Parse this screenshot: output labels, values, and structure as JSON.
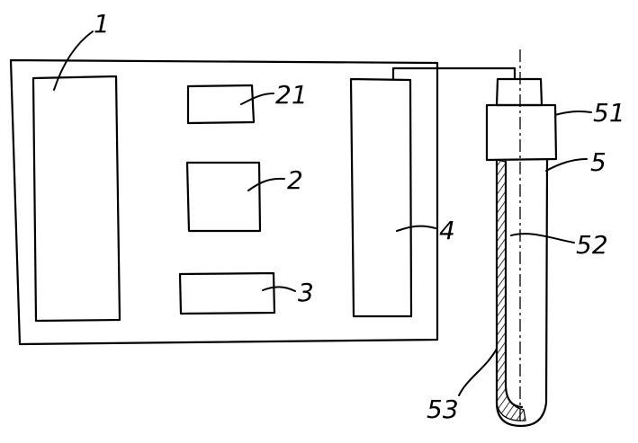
{
  "labels": {
    "label_1": "1",
    "label_21": "21",
    "label_2": "2",
    "label_3": "3",
    "label_4": "4",
    "label_51": "51",
    "label_5": "5",
    "label_52": "52",
    "label_53": "53"
  },
  "colors": {
    "ink": "#000000",
    "paper": "#ffffff"
  }
}
